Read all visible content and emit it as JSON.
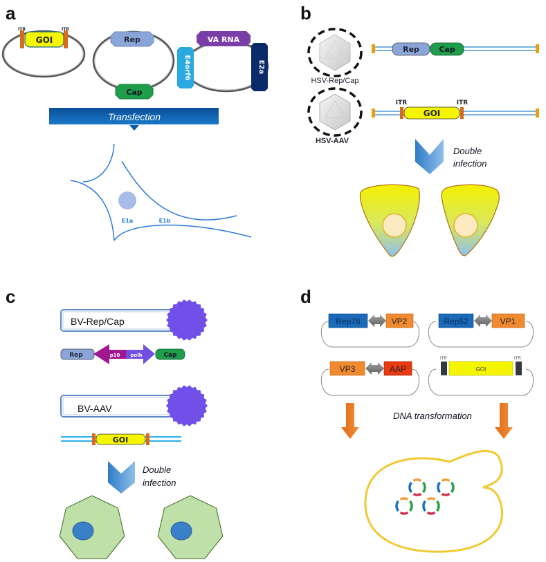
{
  "panels": {
    "a": {
      "letter": "a",
      "plasmids": {
        "goi": {
          "itr_left": "ITR",
          "itr_right": "ITR",
          "gene": "GOI"
        },
        "repcap": {
          "rep": "Rep",
          "cap": "Cap"
        },
        "helper": {
          "va_rna": "VA RNA",
          "e4orf6": "E4orf6",
          "e2a": "E2a"
        }
      },
      "arrow_label": "Transfection",
      "cell_labels": {
        "e1a": "E1a",
        "e1b": "E1b"
      }
    },
    "b": {
      "letter": "b",
      "virus1_label": "HSV-Rep/Cap",
      "virus2_label": "HSV-AAV",
      "construct1": {
        "rep": "Rep",
        "cap": "Cap"
      },
      "construct2": {
        "itr_left": "ITR",
        "itr_right": "ITR",
        "gene": "GOI"
      },
      "arrow_label_line1": "Double",
      "arrow_label_line2": "infection"
    },
    "c": {
      "letter": "c",
      "bv1_label": "BV-Rep/Cap",
      "construct1": {
        "rep": "Rep",
        "p10": "p10",
        "polh": "polh",
        "cap": "Cap"
      },
      "bv2_label": "BV-AAV",
      "construct2": {
        "gene": "GOI"
      },
      "arrow_label_line1": "Double",
      "arrow_label_line2": "infection"
    },
    "d": {
      "letter": "d",
      "plasmid1": {
        "left": "Rep78",
        "right": "VP2"
      },
      "plasmid2": {
        "left": "Rep52",
        "right": "VP1"
      },
      "plasmid3": {
        "left": "VP3",
        "right": "AAP"
      },
      "plasmid4": {
        "itr_left": "ITR",
        "gene": "GOI",
        "itr_right": "ITR"
      },
      "arrow_label": "DNA transformation"
    }
  },
  "colors": {
    "goi": "#f5f500",
    "itr": "#d86a1e",
    "rep": "#8aa6d8",
    "cap": "#1e9e4a",
    "va_rna": "#7a3ea8",
    "e4orf6": "#2aa8e0",
    "e2a": "#0a2a6a",
    "transfection": "#0a5ea8",
    "bv": "#7050e8",
    "p10": "#a01890",
    "polh": "#7050e0",
    "rep78": "#1a6ab8",
    "vp": "#f08a30",
    "aap": "#e83a10",
    "yeast": "#f0c830",
    "insect_cell": "#bfe0a8",
    "nucleus": "#3a80c8"
  }
}
